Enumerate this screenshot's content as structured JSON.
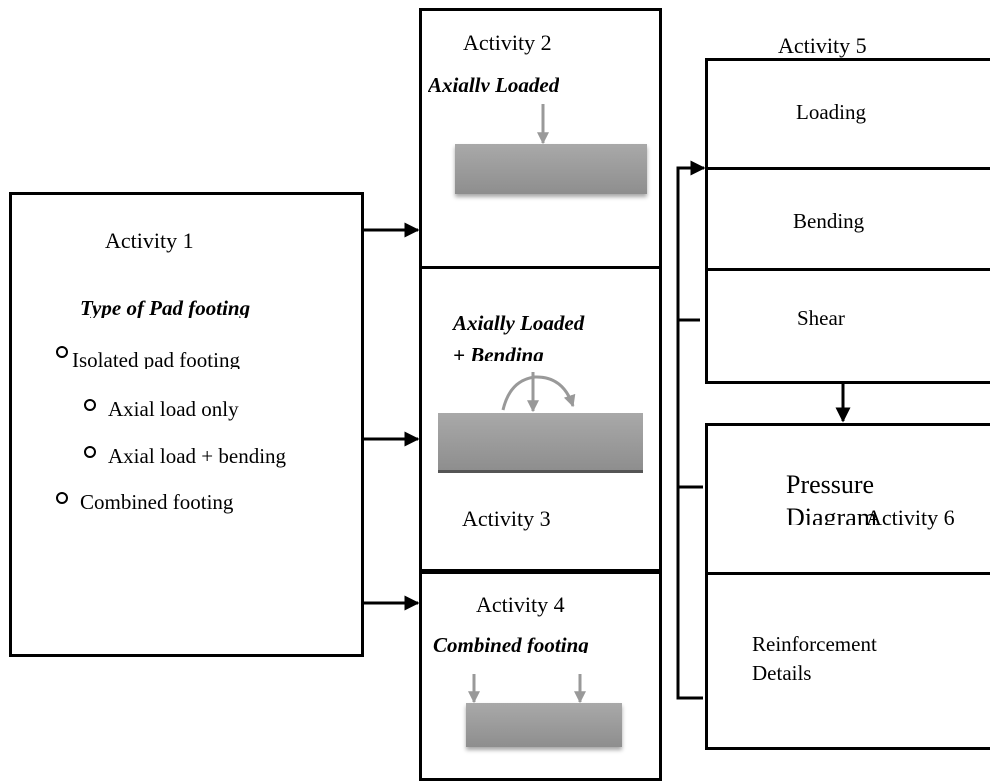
{
  "activity1": {
    "title": "Activity 1",
    "subtitle": "Type of Pad footing",
    "items": [
      "Isolated pad footing",
      "Axial load only",
      "Axial load + bending",
      "Combined footing"
    ]
  },
  "activity2": {
    "title": "Activity 2",
    "subtitle": "Axially Loaded"
  },
  "activity3": {
    "subtitle": "Axially Loaded",
    "subtitle2": "+ Bending",
    "title": "Activity 3"
  },
  "activity4": {
    "title": "Activity 4",
    "subtitle": "Combined footing"
  },
  "activity5": {
    "title": "Activity 5",
    "items": [
      "Loading",
      "Bending",
      "Shear"
    ]
  },
  "activity6": {
    "title": "Activity 6",
    "items": [
      "Pressure",
      "Diagram",
      "Reinforcement",
      "Details"
    ]
  }
}
